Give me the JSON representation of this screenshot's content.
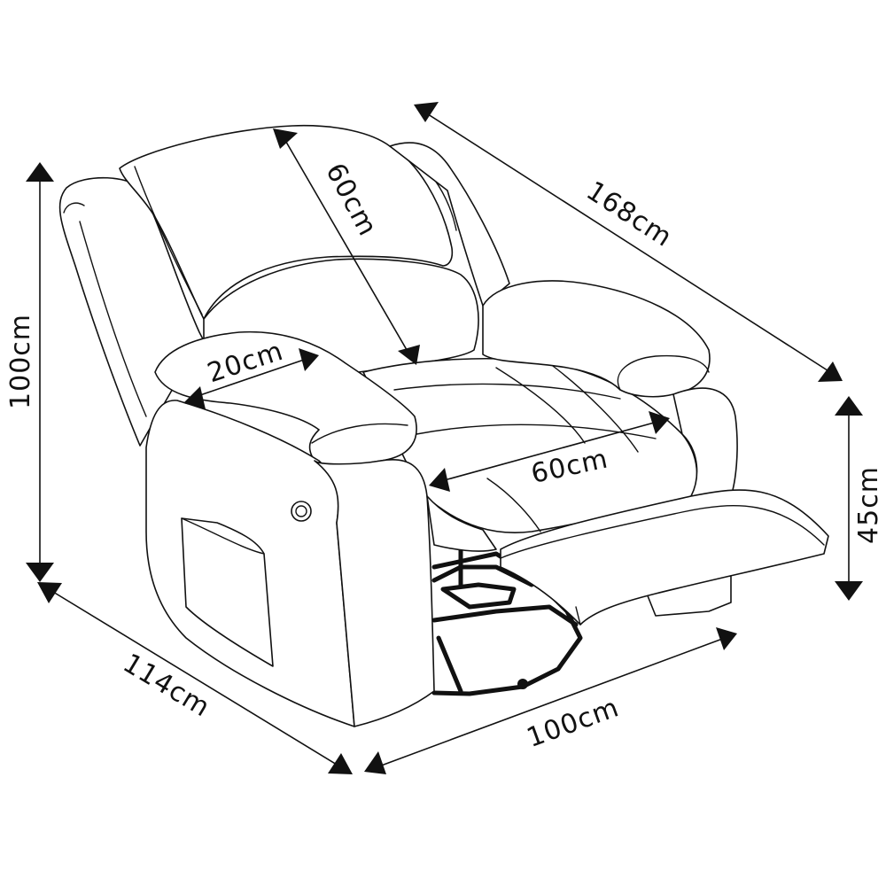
{
  "dimensions": {
    "overall_height": {
      "label": "100cm"
    },
    "reclined_length": {
      "label": "168cm"
    },
    "backrest_height": {
      "label": "60cm"
    },
    "armrest_width": {
      "label": "20cm"
    },
    "seat_width": {
      "label": "60cm"
    },
    "seat_height": {
      "label": "45cm"
    },
    "depth": {
      "label": "114cm"
    },
    "width": {
      "label": "100cm"
    }
  },
  "colors": {
    "line": "#111111",
    "background": "#ffffff"
  }
}
